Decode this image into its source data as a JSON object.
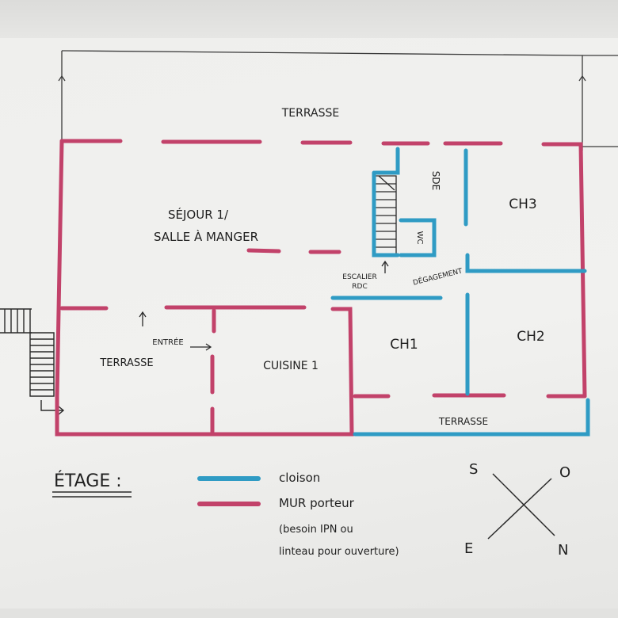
{
  "title": "ÉTAGE :",
  "rooms": {
    "terrasse_top": "TERRASSE",
    "sejour_line1": "SÉJOUR 1/",
    "sejour_line2": "SALLE À MANGER",
    "sde": "SDE",
    "ch3": "CH3",
    "wc": "WC",
    "escalier_line1": "ESCALIER",
    "escalier_line2": "RDC",
    "degagement": "DÉGAGEMENT",
    "entree": "ENTRÉE",
    "terrasse_left": "TERRASSE",
    "cuisine": "CUISINE 1",
    "ch1": "CH1",
    "ch2": "CH2",
    "terrasse_bottom": "TERRASSE"
  },
  "legend": {
    "cloison": "cloison",
    "mur_porteur": "MUR porteur",
    "note_line1": "(besoin IPN ou",
    "note_line2": "linteau pour ouverture)"
  },
  "compass": {
    "s": "S",
    "o": "O",
    "e": "E",
    "n": "N"
  },
  "colors": {
    "mur_porteur": "#c2426a",
    "cloison": "#2f9bc4",
    "ink": "#2a2a2a"
  }
}
